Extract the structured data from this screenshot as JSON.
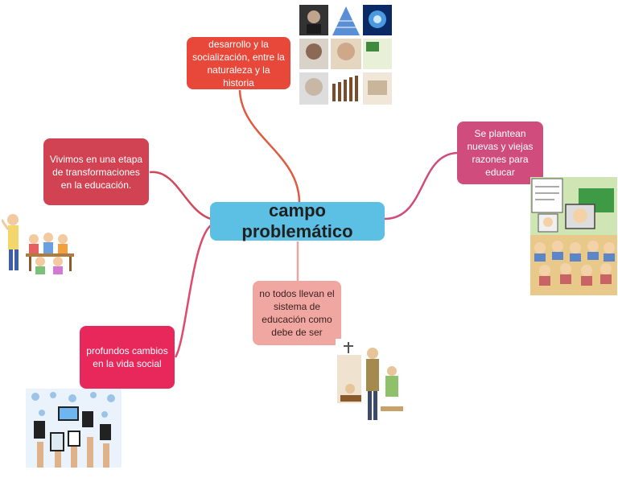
{
  "center": {
    "label": "campo problemático",
    "color": "#5cc0e4"
  },
  "nodes": [
    {
      "id": "top",
      "label": "desarrollo y la socialización, entre la naturaleza y la historia",
      "color": "#e8483a",
      "line": "#e15a40",
      "image": "evolution-collage"
    },
    {
      "id": "left-top",
      "label": "Vivimos en una etapa de transformaciones en la educación.",
      "color": "#d14352",
      "line": "#cf4a5b",
      "image": "classroom-cartoon"
    },
    {
      "id": "right",
      "label": "Se plantean nuevas y viejas razones para educar",
      "color": "#d04c7c",
      "line": "#d04c7c",
      "image": "classroom-comic"
    },
    {
      "id": "bottom",
      "label": "no todos llevan el sistema de educación como debe de ser",
      "color": "#f0a7a2",
      "line": "#e6a6a2",
      "image": "students-cartoon"
    },
    {
      "id": "left-bottom",
      "label": "profundos cambios en la vida social",
      "color": "#e8275a",
      "line": "#e04a6a",
      "image": "devices-hands"
    }
  ]
}
